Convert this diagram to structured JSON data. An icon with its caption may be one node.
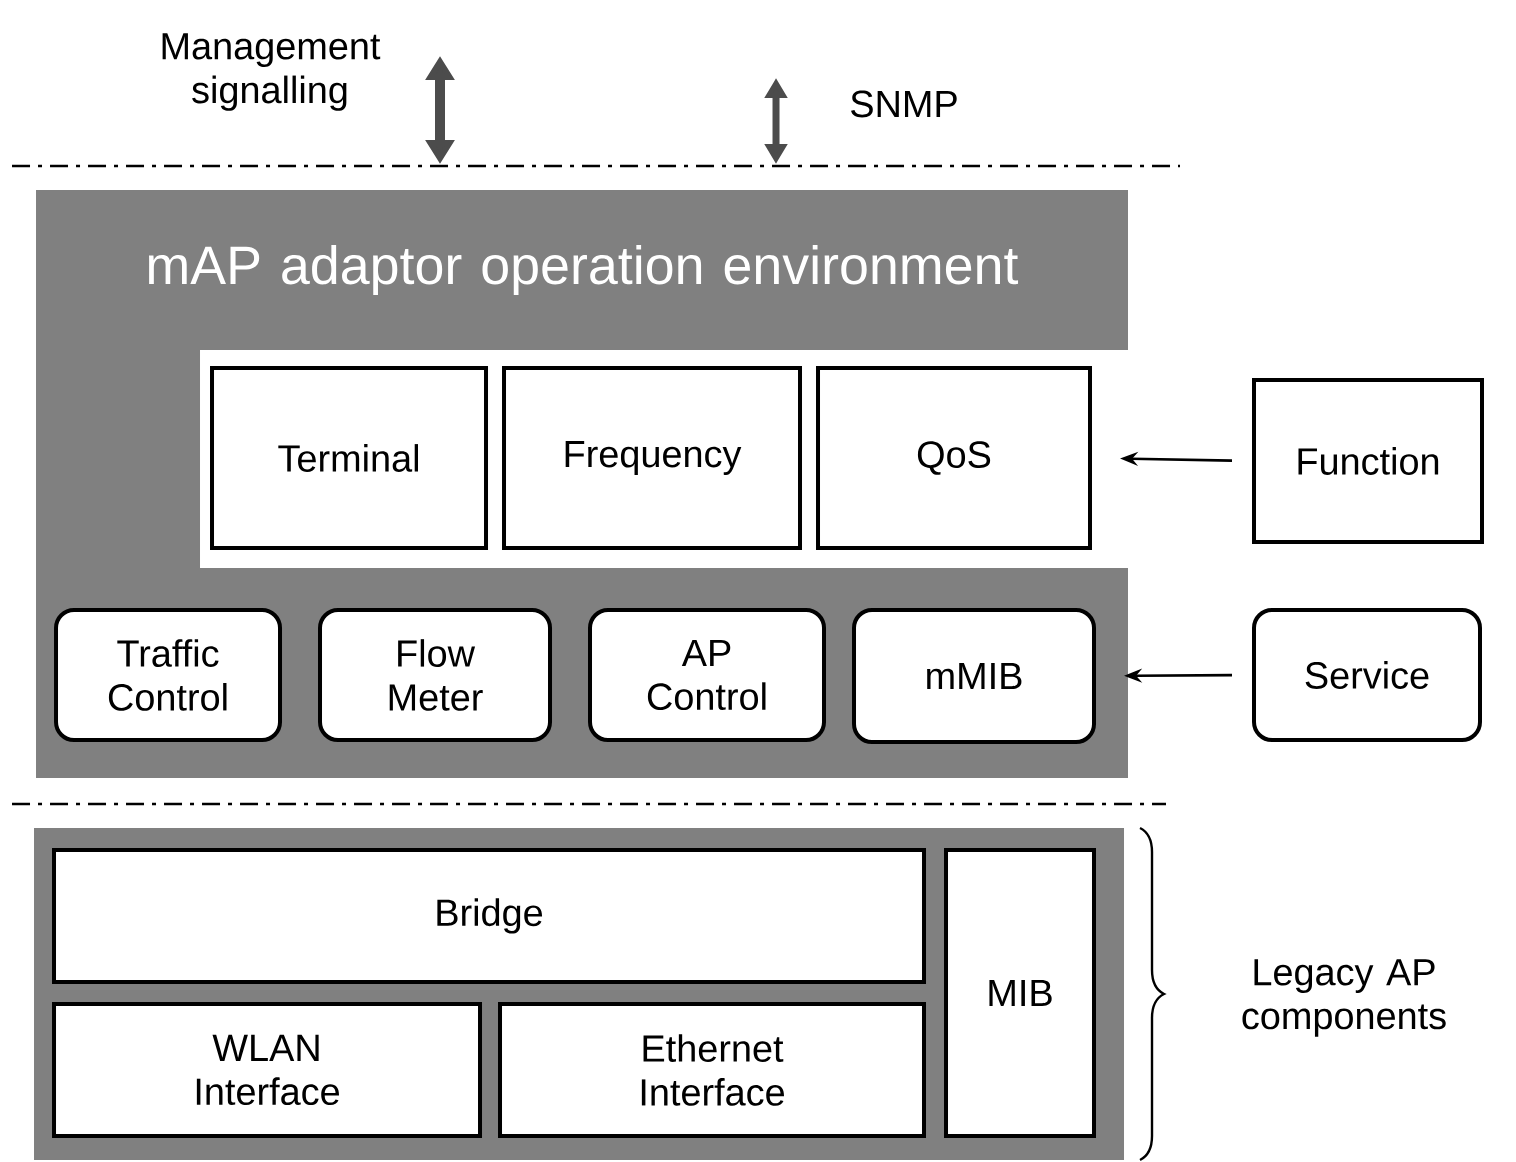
{
  "diagram": {
    "nodes": [
      {
        "text": [
          "mAP adaptor  operation environment"
        ]
      },
      {
        "text": [
          "Terminal"
        ],
        "in": 0
      },
      {
        "text": [
          "Frequency"
        ],
        "in": 0
      },
      {
        "text": [
          "QoS"
        ],
        "in": 0
      },
      {
        "text": [
          "Function"
        ]
      },
      {
        "text": [
          "Traffic Control"
        ],
        "in": 0
      },
      {
        "text": [
          "Flow Meter"
        ],
        "in": 0
      },
      {
        "text": [
          "AP Control"
        ],
        "in": 0
      },
      {
        "text": [
          "mMIB"
        ],
        "in": 0
      },
      {
        "text": [
          "Service"
        ]
      },
      {
        "text": [],
        "shape": "box",
        "beside": [
          "Legacy AP components"
        ]
      },
      {
        "text": [
          "Bridge"
        ],
        "in": 10
      },
      {
        "text": [
          "MIB"
        ],
        "in": 10
      },
      {
        "text": [
          "WLAN Interface"
        ],
        "in": 10
      },
      {
        "text": [
          "Ethernet Interface"
        ],
        "in": 10
      }
    ],
    "edges": [
      {
        "from": 4,
        "to": 3,
        "arrow": "to"
      },
      {
        "from": 9,
        "to": 8,
        "arrow": "to"
      }
    ],
    "labels": [
      "Management signalling",
      "SNMP"
    ]
  }
}
